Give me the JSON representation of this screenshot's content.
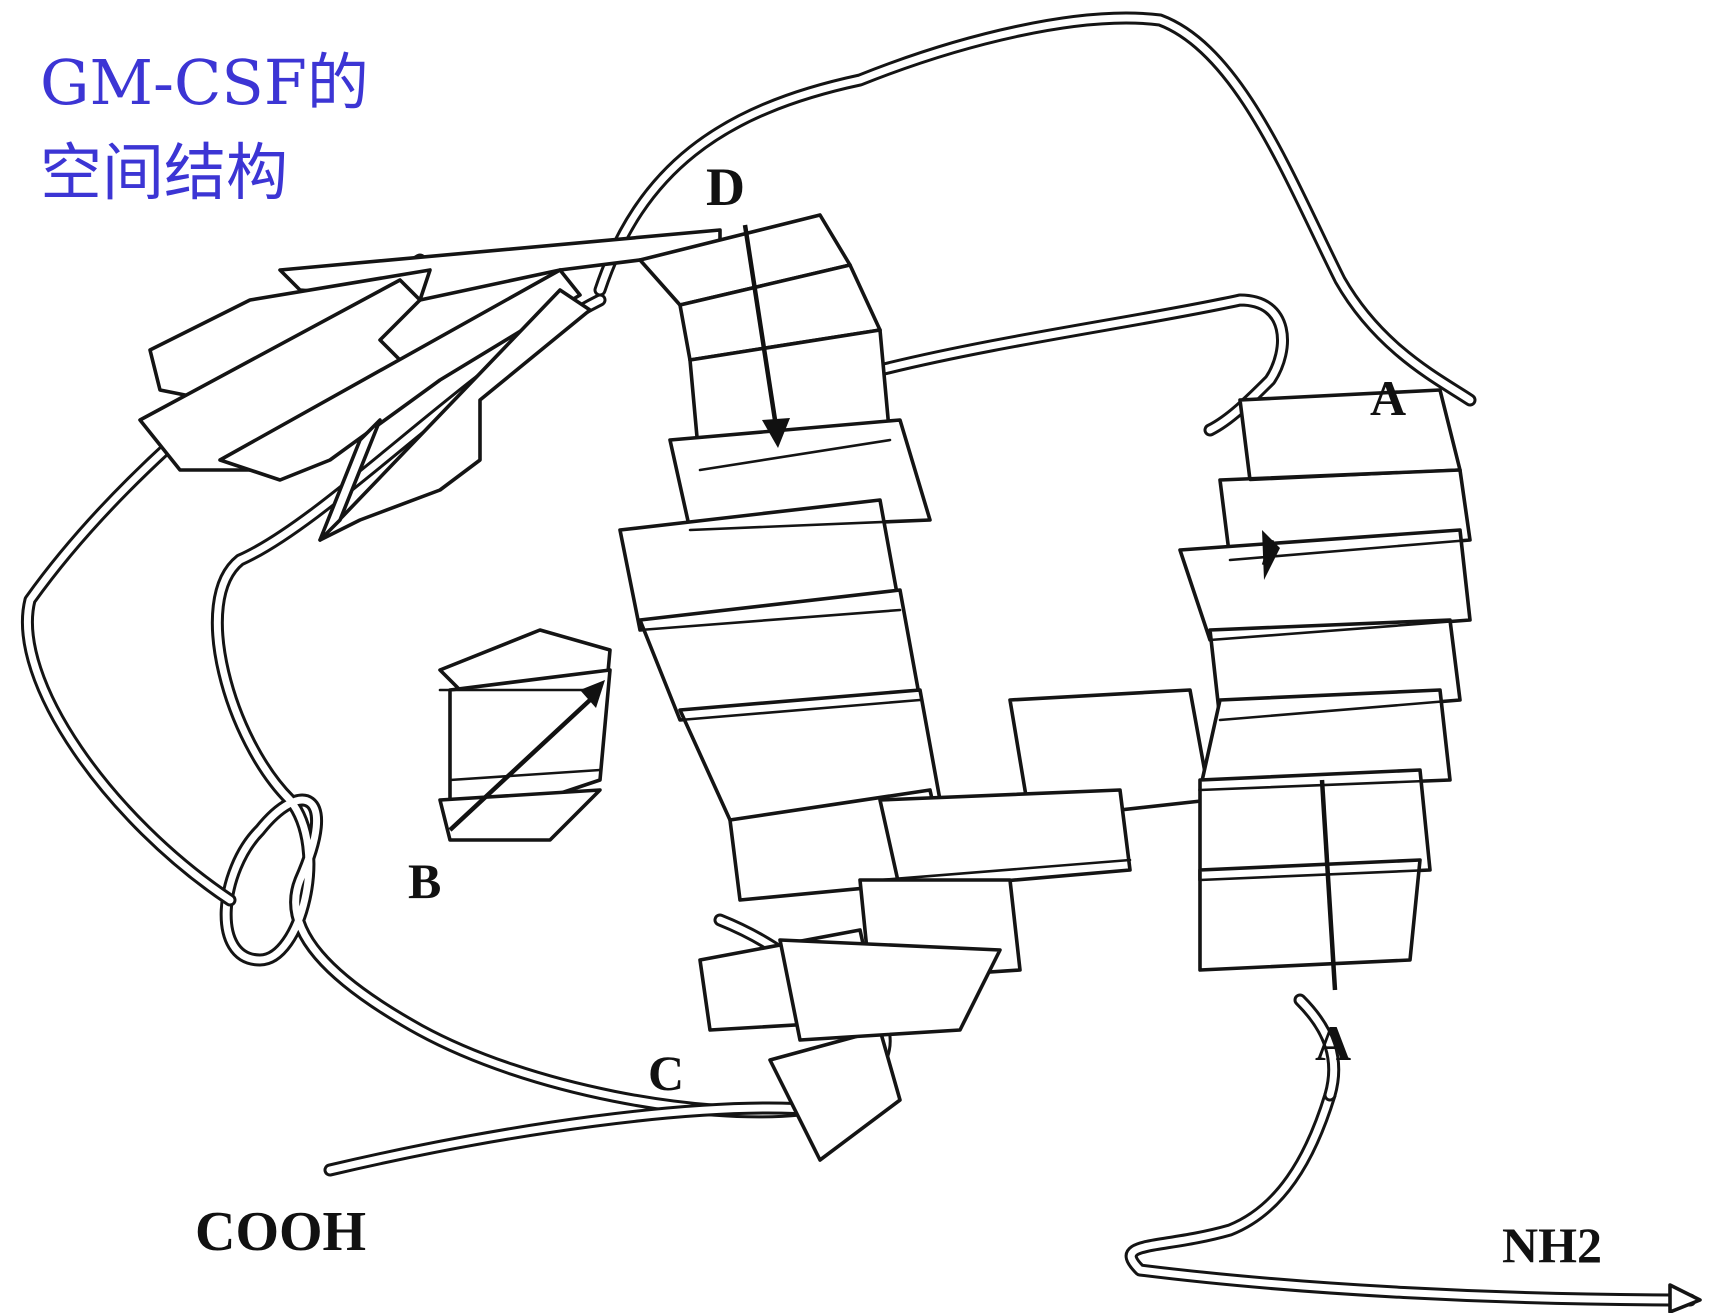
{
  "title": {
    "line1": "GM-CSF的",
    "line2": "空间结构",
    "color": "#3c35d4"
  },
  "labels": {
    "helix_d": "D",
    "helix_a_top": "A",
    "helix_a_bottom": "A",
    "helix_b": "B",
    "helix_c": "C",
    "c_terminus": "COOH",
    "n_terminus": "NH2"
  },
  "colors": {
    "line": "#141414",
    "fill": "#ffffff"
  }
}
